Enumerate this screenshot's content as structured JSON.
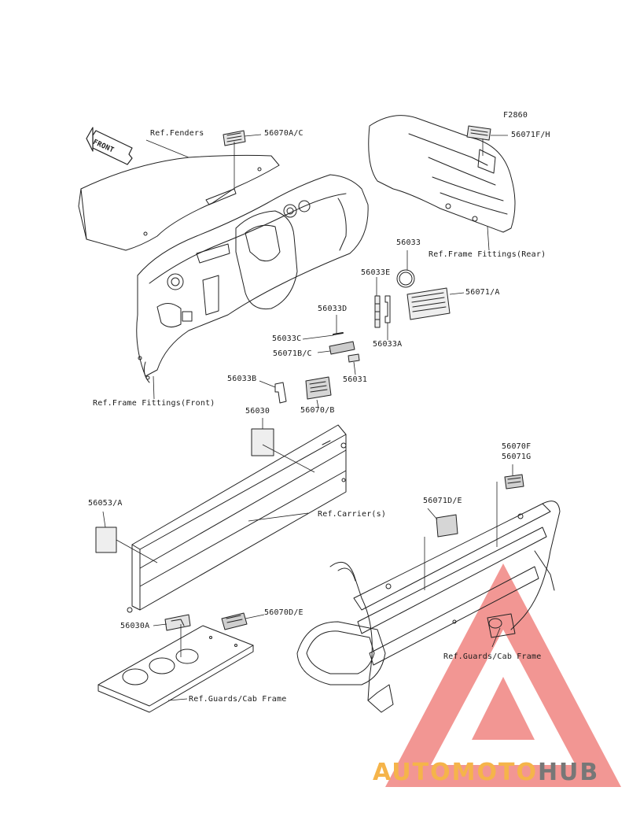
{
  "diagram": {
    "code": "F2860",
    "front_arrow_text": "FRONT",
    "labels": {
      "ref_fenders": "Ref.Fenders",
      "p56070AC": "56070A/C",
      "p56071FH": "56071F/H",
      "ref_frame_rear": "Ref.Frame Fittings(Rear)",
      "p56033": "56033",
      "p56033E": "56033E",
      "p56071A": "56071/A",
      "p56033D": "56033D",
      "p56033C": "56033C",
      "p56033A": "56033A",
      "p56071BC": "56071B/C",
      "p56031": "56031",
      "p56033B": "56033B",
      "p56070B": "56070/B",
      "ref_frame_front": "Ref.Frame Fittings(Front)",
      "p56030": "56030",
      "p56070F": "56070F",
      "p56071G": "56071G",
      "p56071DE": "56071D/E",
      "p56053A": "56053/A",
      "ref_carriers": "Ref.Carrier(s)",
      "p56070DE": "56070D/E",
      "p56030A": "56030A",
      "ref_guards_cab_right": "Ref.Guards/Cab Frame",
      "ref_guards_cab_left": "Ref.Guards/Cab Frame"
    }
  },
  "watermark": {
    "part1": "AUTOMOTO",
    "part2": "HUB",
    "color1": "#f5b44a",
    "color2": "#777777",
    "triangle_color": "#e8413c"
  }
}
